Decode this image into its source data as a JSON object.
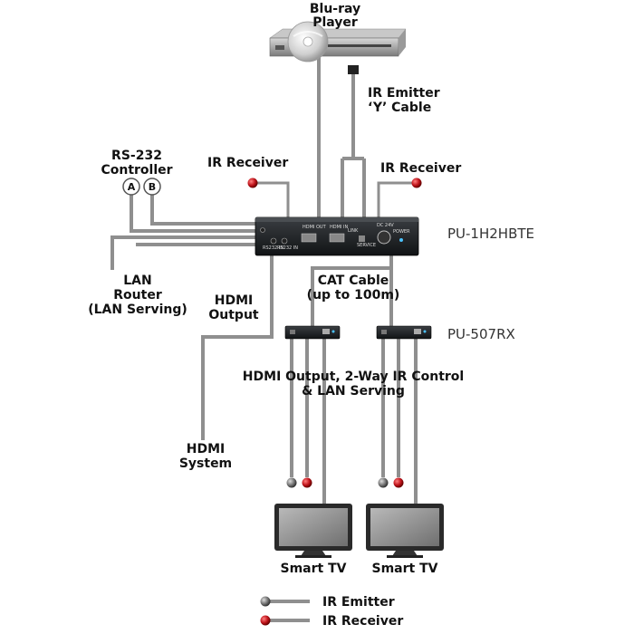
{
  "labels": {
    "bluray": [
      "Blu-ray",
      "Player"
    ],
    "ir_emitter_y": [
      "IR Emitter",
      "‘Y’ Cable"
    ],
    "rs232": [
      "RS-232",
      "Controller"
    ],
    "rs232_a": "A",
    "rs232_b": "B",
    "ir_receiver_left": "IR Receiver",
    "ir_receiver_right": "IR Receiver",
    "lan_router": [
      "LAN",
      "Router",
      "(LAN Serving)"
    ],
    "hdmi_output": [
      "HDMI",
      "Output"
    ],
    "cat_cable": [
      "CAT Cable",
      "(up to 100m)"
    ],
    "hdmi_output_ir": [
      "HDMI Output, 2-Way IR Control",
      "& LAN Serving"
    ],
    "hdmi_system": [
      "HDMI",
      "System"
    ],
    "smart_tv_left": "Smart TV",
    "smart_tv_right": "Smart TV"
  },
  "models": {
    "transmitter": "PU-1H2HBTE",
    "receiver": "PU-507RX"
  },
  "device_panel": {
    "hdmi_out": "HDMI OUT",
    "hdmi_in": "HDMI IN",
    "dc24v": "DC 24V",
    "power": "POWER",
    "link": "LINK",
    "service": "SERVICE",
    "rs232_in_a": "RS232 IN",
    "rs232_in_b": "RS232 IN"
  },
  "legend": {
    "ir_emitter": "IR Emitter",
    "ir_receiver": "IR Receiver"
  },
  "colors": {
    "cable": "#8f8f8f",
    "device": "#1c1f22",
    "ir_emitter_tip": "#6e6e6e",
    "ir_receiver_tip": "#c0141b"
  }
}
